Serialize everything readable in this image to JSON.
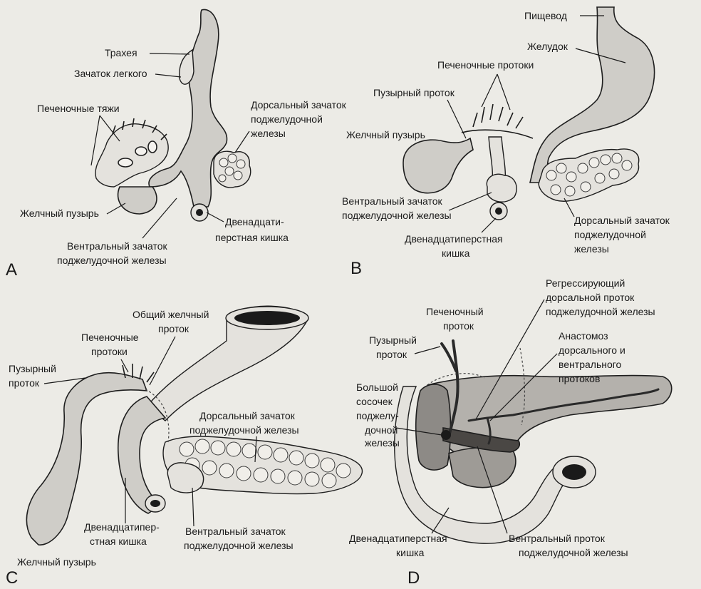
{
  "panels": {
    "a": {
      "letter": "A",
      "labels": {
        "trachea": "Трахея",
        "lung_bud": "Зачаток легкого",
        "hepatic_cords": "Печеночные тяжи",
        "dorsal_bud_1": "Дорсальный зачаток",
        "dorsal_bud_2": "поджелудочной",
        "dorsal_bud_3": "железы",
        "gallbladder": "Желчный пузырь",
        "ventral_bud_1": "Вентральный зачаток",
        "ventral_bud_2": "поджелудочной железы",
        "duodenum_1": "Двенадцати-",
        "duodenum_2": "перстная кишка"
      }
    },
    "b": {
      "letter": "B",
      "labels": {
        "esophagus": "Пищевод",
        "stomach": "Желудок",
        "hepatic_ducts": "Печеночные протоки",
        "cystic_duct": "Пузырный проток",
        "gallbladder": "Желчный пузырь",
        "ventral_bud_1": "Вентральный зачаток",
        "ventral_bud_2": "поджелудочной железы",
        "duodenum_1": "Двенадцатиперстная",
        "duodenum_2": "кишка",
        "dorsal_bud_1": "Дорсальный зачаток",
        "dorsal_bud_2": "поджелудочной",
        "dorsal_bud_3": "железы"
      }
    },
    "c": {
      "letter": "C",
      "labels": {
        "common_bile_1": "Общий желчный",
        "common_bile_2": "проток",
        "hepatic_ducts_1": "Печеночные",
        "hepatic_ducts_2": "протоки",
        "cystic_duct_1": "Пузырный",
        "cystic_duct_2": "проток",
        "dorsal_bud_1": "Дорсальный зачаток",
        "dorsal_bud_2": "поджелудочной железы",
        "duodenum_1": "Двенадцатипер-",
        "duodenum_2": "стная кишка",
        "ventral_bud_1": "Вентральный зачаток",
        "ventral_bud_2": "поджелудочной железы",
        "gallbladder": "Желчный пузырь"
      }
    },
    "d": {
      "letter": "D",
      "labels": {
        "regressing_1": "Регрессирующий",
        "regressing_2": "дорсальной проток",
        "regressing_3": "поджелудочной железы",
        "hepatic_duct_1": "Печеночный",
        "hepatic_duct_2": "проток",
        "cystic_duct_1": "Пузырный",
        "cystic_duct_2": "проток",
        "anastomosis_1": "Анастомоз",
        "anastomosis_2": "дорсального и",
        "anastomosis_3": "вентрального",
        "anastomosis_4": "протоков",
        "papilla_1": "Большой",
        "papilla_2": "сосочек",
        "papilla_3": "поджелу-",
        "papilla_4": "дочной",
        "papilla_5": "железы",
        "duodenum_1": "Двенадцатиперстная",
        "duodenum_2": "кишка",
        "ventral_duct_1": "Вентральный проток",
        "ventral_duct_2": "поджелудочной железы"
      }
    }
  }
}
